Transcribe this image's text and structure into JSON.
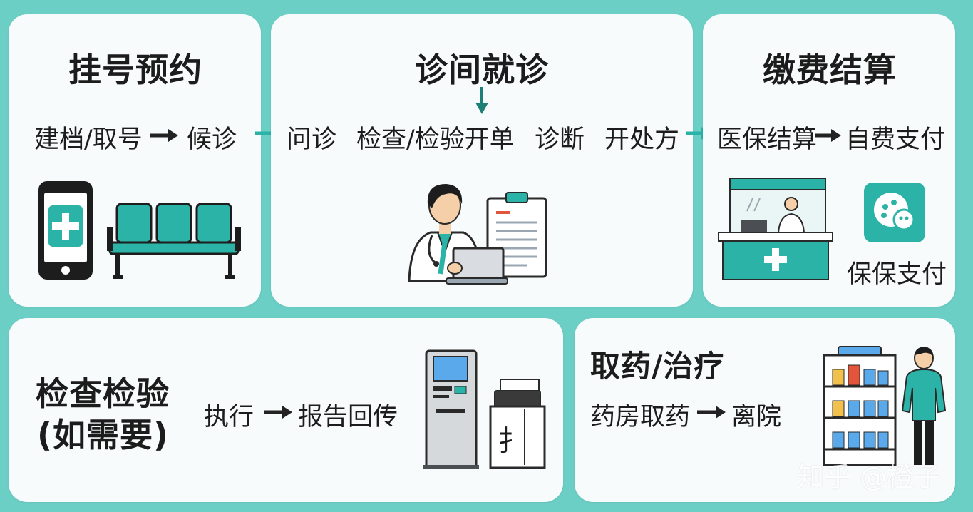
{
  "registration": {
    "title": "挂号预约",
    "step1": "建档/取号",
    "step2": "候诊"
  },
  "consultation": {
    "title": "诊间就诊",
    "step1": "问诊",
    "step2": "检查/检验开单",
    "step3": "诊断",
    "step4": "开处方"
  },
  "payment": {
    "title": "缴费结算",
    "step1": "医保结算",
    "step2": "自费支付",
    "app_label": "保保支付"
  },
  "examination": {
    "title_line1": "检查检验",
    "title_line2": "(如需要)",
    "step1": "执行",
    "step2": "报告回传",
    "device_mark": "扌"
  },
  "pharmacy": {
    "title": "取药/治疗",
    "step1": "药房取药",
    "step2": "离院"
  },
  "watermark": "知乎 @橙子",
  "colors": {
    "teal": "#2ab3a6",
    "background": "#6ccfc6",
    "card": "#f7fbfb"
  }
}
